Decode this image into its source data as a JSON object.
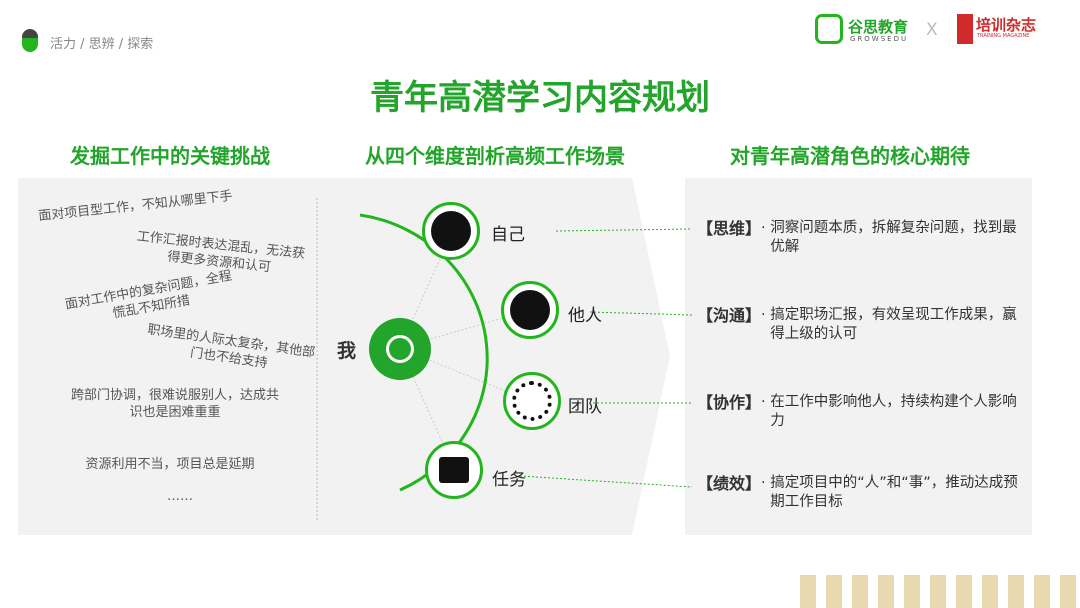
{
  "header": {
    "breadcrumb": "活力 / 思辨 / 探索",
    "logo1": "谷思教育",
    "logo1_sub": "GROWSEDU",
    "sep": "X",
    "logo2": "培训杂志",
    "logo2_sub": "TRAINING MAGAZINE"
  },
  "title": "青年高潜学习内容规划",
  "columns": [
    "发掘工作中的关键挑战",
    "从四个维度剖析高频工作场景",
    "对青年高潜角色的核心期待"
  ],
  "challenges": [
    "面对项目型工作，不知从哪里下手",
    "工作汇报时表达混乱，无法获得更多资源和认可",
    "面对工作中的复杂问题，全程慌乱不知所措",
    "职场里的人际太复杂，其他部门也不给支持",
    "跨部门协调，很难说服别人，达成共识也是困难重重",
    "资源利用不当，项目总是延期",
    "……"
  ],
  "center": "我",
  "dimensions": [
    {
      "label": "自己",
      "icon": "head-brain-icon"
    },
    {
      "label": "他人",
      "icon": "person-pointer-icon"
    },
    {
      "label": "团队",
      "icon": "team-icon"
    },
    {
      "label": "任务",
      "icon": "desk-work-icon"
    }
  ],
  "expectations": [
    {
      "tag": "【思维】",
      "text": "洞察问题本质，拆解复杂问题，找到最优解"
    },
    {
      "tag": "【沟通】",
      "text": "搞定职场汇报，有效呈现工作成果，赢得上级的认可"
    },
    {
      "tag": "【协作】",
      "text": "在工作中影响他人，持续构建个人影响力"
    },
    {
      "tag": "【绩效】",
      "text": "搞定项目中的“人”和“事”，推动达成预期工作目标"
    }
  ],
  "colors": {
    "accent": "#22a52a",
    "panel": "#f2f2f2"
  }
}
